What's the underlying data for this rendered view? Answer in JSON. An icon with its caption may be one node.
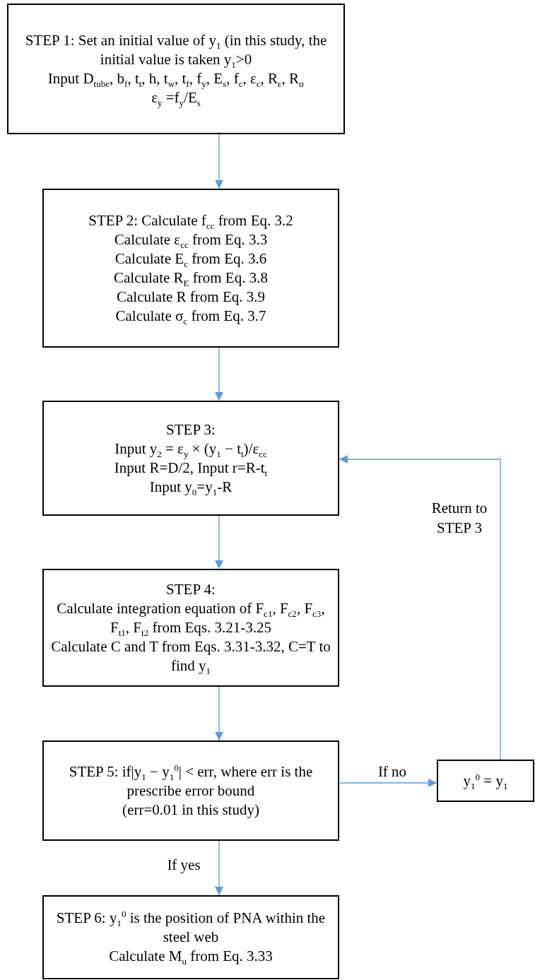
{
  "diagram": {
    "nodes": [
      {
        "text": [
          "STEP 1: Set an initial value of y$_{1}$ (in this study, the initial value is taken y$_{1}$>0",
          "Input D$_{tube}$, b$_{f}$, t$_{t}$, h, t$_{w}$, t$_{f}$, f$_{y}$, E$_{s}$, f$_{c}$, ε$_{c}$, R$_{ε}$, R$_{σ}$",
          "ε$_{y}$ =f$_{y}$/E$_{s}$"
        ]
      },
      {
        "text": [
          "STEP 2:  Calculate f$_{cc}$ from Eq. 3.2",
          "Calculate ε$_{cc}$ from Eq. 3.3",
          "Calculate E$_{c}$ from Eq. 3.6",
          "Calculate R$_{E}$ from Eq. 3.8",
          "Calculate R from Eq. 3.9",
          "Calculate σ$_{c}$ from Eq. 3.7"
        ]
      },
      {
        "text": [
          "STEP 3:",
          "Input  y$_{2}$ = ε$_{y}$ × (y$_{1}$ − t$_{t}$)/ε$_{cc}$",
          "Input R=D/2, Input r=R-t$_{t}$",
          "Input y$_{0}$=y$_{1}$-R"
        ]
      },
      {
        "text": [
          "STEP 4:",
          "Calculate integration equation of F$_{c1}$, F$_{c2}$, F$_{c3}$, F$_{t1}$, F$_{t2}$ from Eqs. 3.21-3.25",
          "Calculate C and T from Eqs. 3.31-3.32, C=T to find y$_{1}$"
        ]
      },
      {
        "text": [
          "STEP 5: if|y$_{1}$ − y$_{1}$$^{0}$| < err, where err is the prescribe error bound",
          "(err=0.01 in this study)"
        ]
      },
      {
        "text": [
          "y$_{1}$$^{0}$ = y$_{1}$"
        ]
      },
      {
        "text": [
          "STEP 6: y$_{1}$$^{0}$ is the position of PNA within the steel web",
          "Calculate M$_{u}$ from Eq. 3.33"
        ]
      }
    ],
    "edges": [
      {
        "from": 0,
        "to": 1,
        "arrow": "to"
      },
      {
        "from": 1,
        "to": 2,
        "arrow": "to"
      },
      {
        "from": 2,
        "to": 3,
        "arrow": "to"
      },
      {
        "from": 3,
        "to": 4,
        "arrow": "to"
      },
      {
        "from": 4,
        "to": 5,
        "arrow": "to",
        "label": "If no"
      },
      {
        "from": 5,
        "to": 2,
        "arrow": "to",
        "label": "Return to STEP 3"
      },
      {
        "from": 4,
        "to": 6,
        "arrow": "to",
        "label": "If yes"
      }
    ]
  }
}
